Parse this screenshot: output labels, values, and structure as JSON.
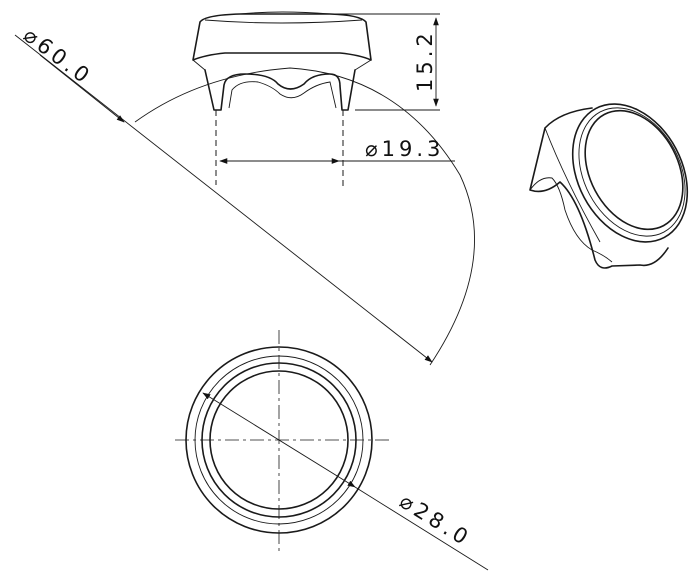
{
  "dimensions": {
    "outer_arc_diameter": "60.0",
    "height": "15.2",
    "inner_diameter": "19.3",
    "face_diameter": "28.0"
  },
  "colors": {
    "line": "#1a1a1a",
    "background": "#ffffff"
  },
  "symbols": {
    "diameter": "diameter-symbol"
  }
}
